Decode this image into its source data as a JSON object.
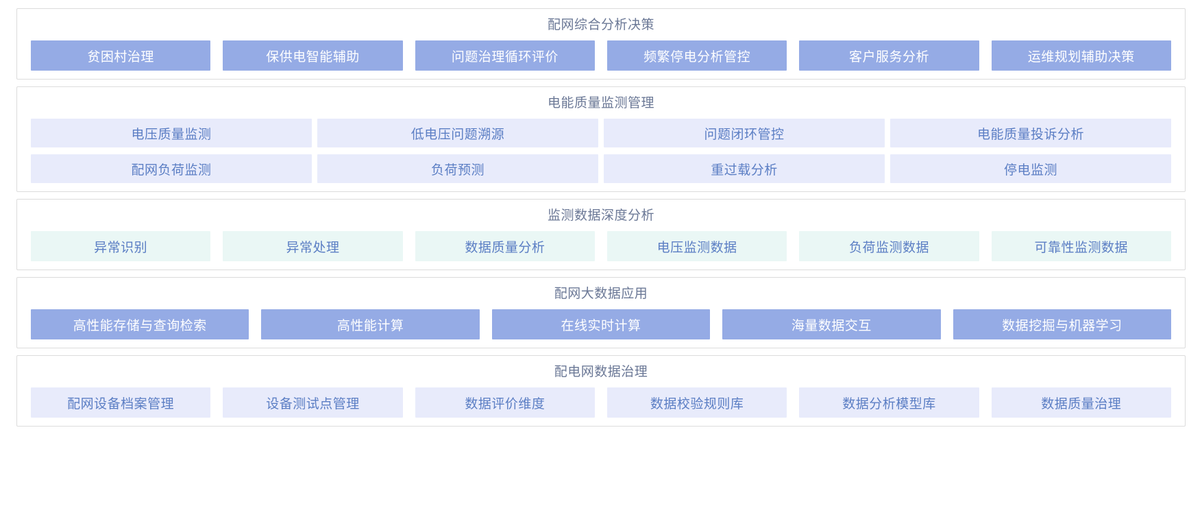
{
  "colors": {
    "solid_bg": "#95abe5",
    "solid_text": "#ffffff",
    "lavender_bg": "#e8ebfb",
    "mint_bg": "#eaf7f5",
    "tile_text": "#5b7ec4",
    "title_text": "#6b7896",
    "panel_border": "#dcdcdc",
    "page_bg": "#ffffff"
  },
  "panels": [
    {
      "id": "comprehensive-analysis-decision",
      "title": "配网综合分析决策",
      "style": "solid",
      "rows": [
        [
          {
            "label": "贫困村治理"
          },
          {
            "label": "保供电智能辅助"
          },
          {
            "label": "问题治理循环评价"
          },
          {
            "label": "频繁停电分析管控"
          },
          {
            "label": "客户服务分析"
          },
          {
            "label": "运维规划辅助决策"
          }
        ]
      ]
    },
    {
      "id": "power-quality-monitoring-management",
      "title": "电能质量监测管理",
      "style": "lavender",
      "rows": [
        [
          {
            "label": "电压质量监测"
          },
          {
            "label": "低电压问题溯源"
          },
          {
            "label": "问题闭环管控"
          },
          {
            "label": "电能质量投诉分析"
          }
        ],
        [
          {
            "label": "配网负荷监测"
          },
          {
            "label": "负荷预测"
          },
          {
            "label": "重过载分析"
          },
          {
            "label": "停电监测"
          }
        ]
      ]
    },
    {
      "id": "monitoring-data-deep-analysis",
      "title": "监测数据深度分析",
      "style": "mint",
      "rows": [
        [
          {
            "label": "异常识别"
          },
          {
            "label": "异常处理"
          },
          {
            "label": "数据质量分析"
          },
          {
            "label": "电压监测数据"
          },
          {
            "label": "负荷监测数据"
          },
          {
            "label": "可靠性监测数据"
          }
        ]
      ]
    },
    {
      "id": "distribution-network-big-data-application",
      "title": "配网大数据应用",
      "style": "solid",
      "rows": [
        [
          {
            "label": "高性能存储与查询检索"
          },
          {
            "label": "高性能计算"
          },
          {
            "label": "在线实时计算"
          },
          {
            "label": "海量数据交互"
          },
          {
            "label": "数据挖掘与机器学习"
          }
        ]
      ]
    },
    {
      "id": "distribution-network-data-governance",
      "title": "配电网数据治理",
      "style": "lavender",
      "rows": [
        [
          {
            "label": "配网设备档案管理"
          },
          {
            "label": "设备测试点管理"
          },
          {
            "label": "数据评价维度"
          },
          {
            "label": "数据校验规则库"
          },
          {
            "label": "数据分析模型库"
          },
          {
            "label": "数据质量治理"
          }
        ]
      ]
    }
  ]
}
